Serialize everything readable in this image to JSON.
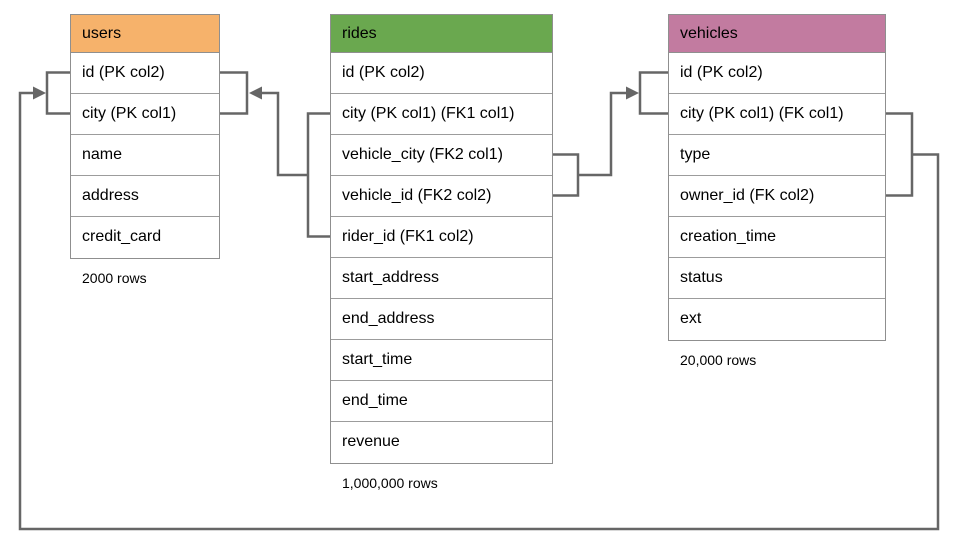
{
  "diagram": {
    "background_color": "#ffffff",
    "connector_color": "#666666",
    "table_border_color": "#8f8f8f"
  },
  "tables": [
    {
      "id": "users",
      "name": "users",
      "header_color": "#f6b26b",
      "columns": [
        "id (PK col2)",
        "city (PK col1)",
        "name",
        "address",
        "credit_card"
      ],
      "row_count": "2000 rows"
    },
    {
      "id": "rides",
      "name": "rides",
      "header_color": "#6aa84f",
      "columns": [
        "id (PK col2)",
        "city (PK col1) (FK1 col1)",
        "vehicle_city (FK2 col1)",
        "vehicle_id (FK2 col2)",
        "rider_id (FK1 col2)",
        "start_address",
        "end_address",
        "start_time",
        "end_time",
        "revenue"
      ],
      "row_count": "1,000,000 rows"
    },
    {
      "id": "vehicles",
      "name": "vehicles",
      "header_color": "#c27ba0",
      "columns": [
        "id (PK col2)",
        "city (PK col1) (FK col1)",
        "type",
        "owner_id (FK col2)",
        "creation_time",
        "status",
        "ext"
      ],
      "row_count": "20,000 rows"
    }
  ],
  "relationships": [
    {
      "from_table": "rides",
      "from_columns": [
        "city (FK1 col1)",
        "rider_id (FK1 col2)"
      ],
      "to_table": "users",
      "to_columns": [
        "id (PK col2)",
        "city (PK col1)"
      ]
    },
    {
      "from_table": "rides",
      "from_columns": [
        "vehicle_city (FK2 col1)",
        "vehicle_id (FK2 col2)"
      ],
      "to_table": "vehicles",
      "to_columns": [
        "id (PK col2)",
        "city (PK col1)"
      ]
    },
    {
      "from_table": "vehicles",
      "from_columns": [
        "city (FK col1)",
        "owner_id (FK col2)"
      ],
      "to_table": "users",
      "to_columns": [
        "id (PK col2)",
        "city (PK col1)"
      ]
    }
  ]
}
